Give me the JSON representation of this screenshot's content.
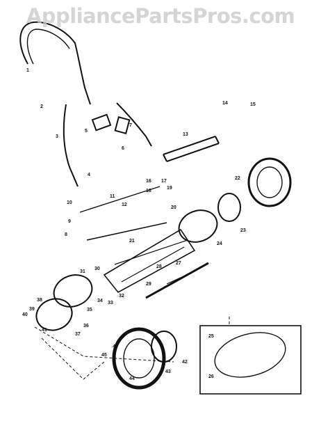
{
  "watermark": "AppliancePartsPros.com",
  "callouts": [
    "1",
    "2",
    "3",
    "4",
    "5",
    "6",
    "7",
    "8",
    "9",
    "10",
    "11",
    "12",
    "13",
    "14",
    "15",
    "16",
    "17",
    "18",
    "19",
    "20",
    "21",
    "22",
    "23",
    "24",
    "25",
    "26",
    "27",
    "28",
    "29",
    "30",
    "31",
    "32",
    "33",
    "34",
    "35",
    "36",
    "37",
    "38",
    "39",
    "40",
    "41",
    "42",
    "43",
    "44",
    "45",
    "46"
  ]
}
